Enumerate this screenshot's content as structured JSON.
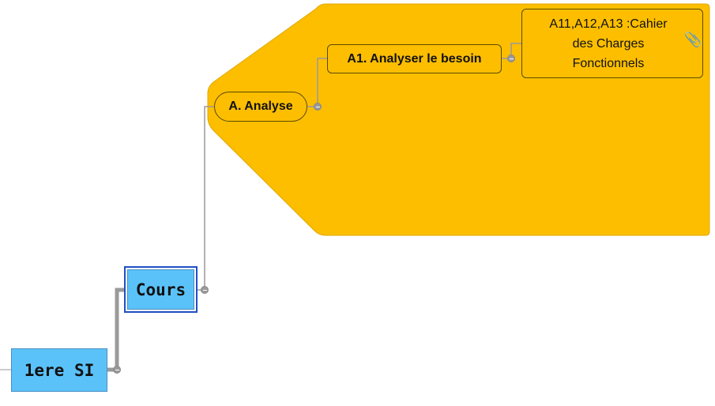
{
  "nodes": {
    "root": "1ere SI",
    "cours": "Cours",
    "analyse": "A. Analyse",
    "a1": "A1. Analyser le besoin",
    "a11_lines": [
      "A11,A12,A13 :Cahier",
      "des Charges",
      "Fonctionnels"
    ]
  },
  "icons": {
    "attachment": "paperclip-icon"
  },
  "colors": {
    "boundary": "#FDBE00",
    "root_fill": "#5BC2F9",
    "selection_border": "#1F4FC4",
    "connector": "#9A9A9A"
  }
}
